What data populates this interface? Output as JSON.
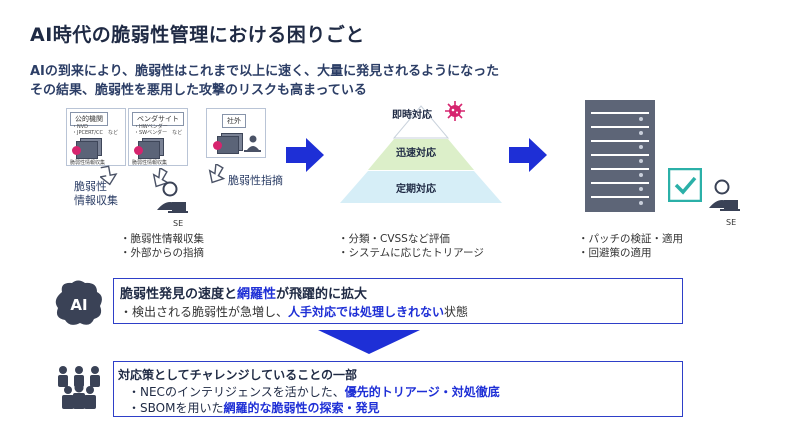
{
  "title": "AI時代の脆弱性管理における困りごと",
  "subtitle": {
    "line1": "AIの到来により、脆弱性はこれまで以上に速く、大量に発見されるようになった",
    "line2": "その結果、脆弱性を悪用した攻撃のリスクも高まっている"
  },
  "left_panel": {
    "public_org": "公的機関",
    "public_items": [
      "・NVD",
      "・JPCERT/CC　など"
    ],
    "public_doc_caption": "脆弱性情報収集",
    "vendor_site": "ベンダサイト",
    "vendor_items": [
      "・HWベンダー",
      "・SWベンダー　など"
    ],
    "vendor_doc_caption": "脆弱性情報収集",
    "external": "社外",
    "label_collect": [
      "脆弱性",
      "情報収集"
    ],
    "label_point": "脆弱性指摘",
    "se": "SE",
    "bullets": [
      "・脆弱性情報収集",
      "・外部からの指摘"
    ]
  },
  "pyramid": {
    "levels": [
      "即時対応",
      "迅速対応",
      "定期対応"
    ],
    "colors": [
      "#ffffff",
      "#dcefc9",
      "#d6eef7"
    ],
    "bullets": [
      "・分類・CVSSなど評価",
      "・システムに応じたトリアージ"
    ]
  },
  "right_panel": {
    "se": "SE",
    "bullets": [
      "・パッチの検証・適用",
      "・回避策の適用"
    ]
  },
  "ai_box": {
    "icon_text": "AI",
    "title_part1": "脆弱性発見の速度と",
    "title_highlight": "網羅性",
    "title_part2": "が飛躍的に拡大",
    "line_part1": "・検出される脆弱性が急増し、",
    "line_highlight": "人手対応では処理しきれない",
    "line_part2": "状態"
  },
  "challenge_box": {
    "title": "対応策としてチャレンジしていることの一部",
    "line1_part1": "・NECのインテリジェンスを活かした、",
    "line1_highlight": "優先的トリアージ・対処徹底",
    "line2_part1": "・SBOMを用いた",
    "line2_highlight": "網羅的な脆弱性の探索・発見"
  },
  "colors": {
    "accent_blue": "#1e2fd6",
    "virus_pink": "#d6246e",
    "server_gray": "#5d6577",
    "check_teal": "#2bb0a8"
  },
  "icons": [
    "virus-icon",
    "person-icon",
    "server-icon",
    "check-icon",
    "ai-brain-icon",
    "people-group-icon",
    "arrow-right-icon",
    "arrow-down-icon"
  ]
}
